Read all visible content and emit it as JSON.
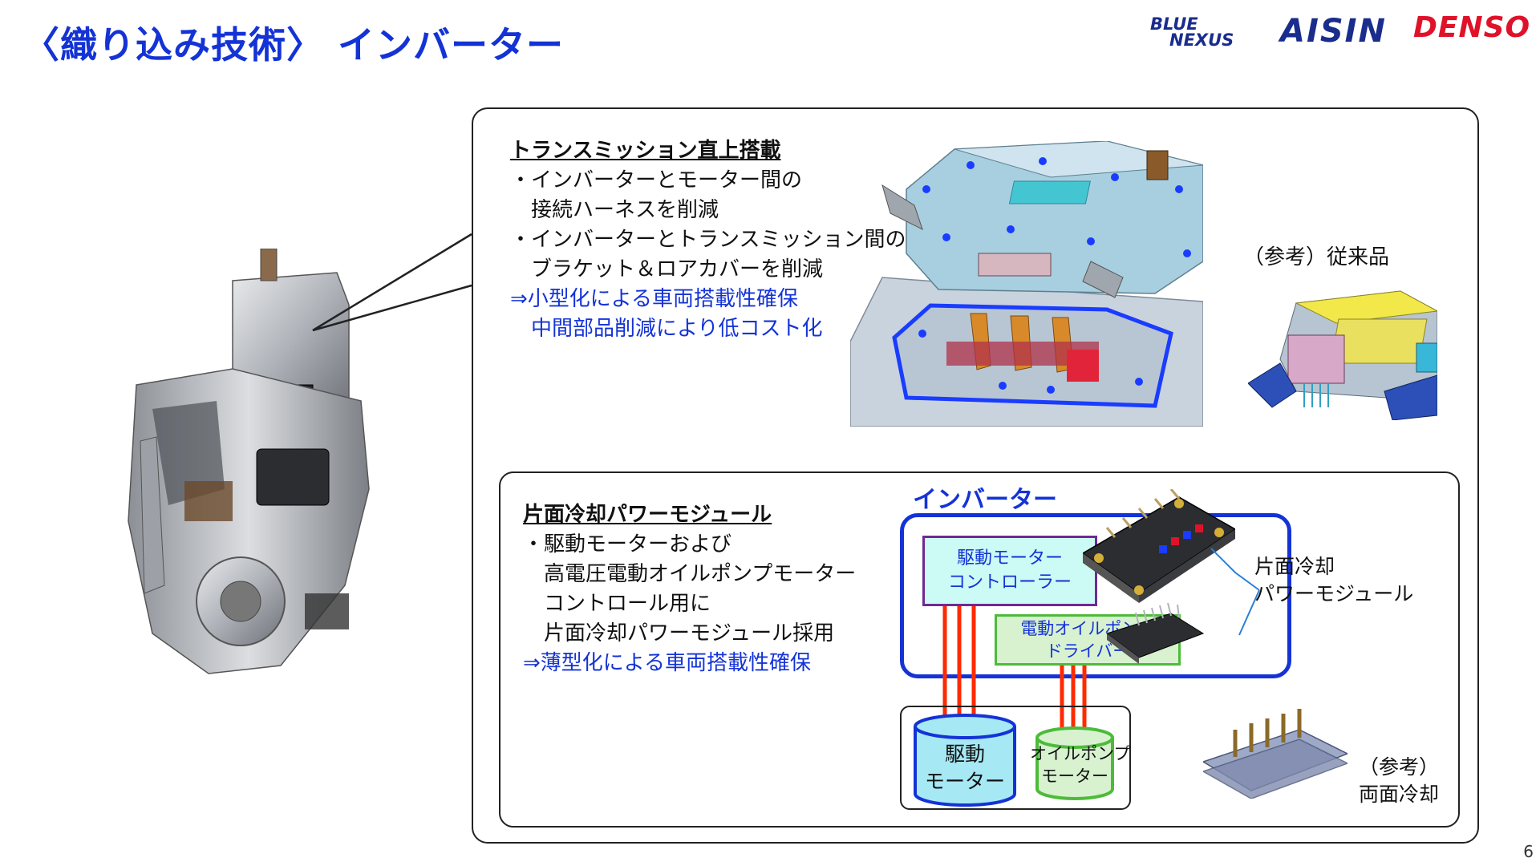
{
  "slide": {
    "title": "〈織り込み技術〉 インバーター",
    "page_number": "6"
  },
  "logos": {
    "bluenexus_line1": "BLUE",
    "bluenexus_line2": "NEXUS",
    "aisin": "AISIN",
    "denso": "DENSO"
  },
  "section1": {
    "heading": "トランスミッション直上搭載",
    "bullets": [
      "・インバーターとモーター間の",
      "　接続ハーネスを削減",
      "・インバーターとトランスミッション間の",
      "　ブラケット＆ロアカバーを削減"
    ],
    "benefits": [
      "⇒小型化による車両搭載性確保",
      "　中間部品削減により低コスト化"
    ],
    "reference_label": "（参考）従来品"
  },
  "section2": {
    "heading": "片面冷却パワーモジュール",
    "bullets": [
      "・駆動モーターおよび",
      "　高電圧電動オイルポンプモーター",
      "　コントロール用に",
      "　片面冷却パワーモジュール採用"
    ],
    "benefit": "⇒薄型化による車両搭載性確保",
    "diagram": {
      "title": "インバーター",
      "controller": [
        "駆動モーター",
        "コントローラー"
      ],
      "driver": [
        "電動オイルポンプ",
        "ドライバー"
      ],
      "drive_motor": [
        "駆動",
        "モーター"
      ],
      "oil_pump_motor": [
        "オイルポンプ",
        "モーター"
      ],
      "power_module": [
        "片面冷却",
        "パワーモジュール"
      ]
    },
    "reference_label": [
      "（参考）",
      "両面冷却"
    ]
  },
  "colors": {
    "accent_blue": "#1433d6",
    "denso_red": "#e0122a",
    "controller_fill": "#ccfaf4",
    "driver_fill": "#d8f2d0",
    "wire_red": "#ff2a00",
    "pump_green": "#4dbb3a"
  }
}
